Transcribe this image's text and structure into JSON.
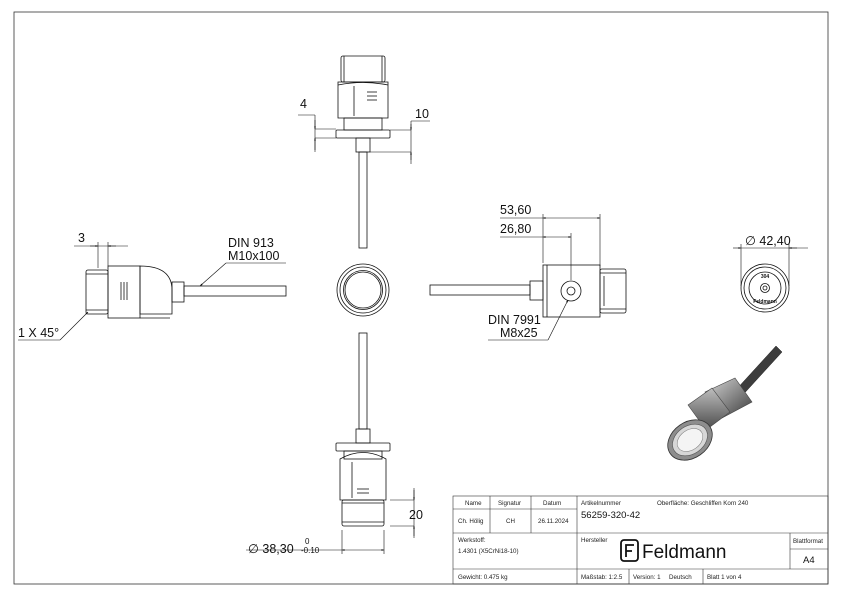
{
  "dimensions": {
    "d_4": "4",
    "d_10": "10",
    "d_3": "3",
    "din913_line1": "DIN 913",
    "din913_line2": "M10x100",
    "chamfer": "1 X 45°",
    "d_5360": "53,60",
    "d_2680": "26,80",
    "din7991_line1": "DIN 7991",
    "din7991_line2": "M8x25",
    "dia_4240": "∅ 42,40",
    "d_20": "20",
    "dia_3830": "∅ 38,30",
    "tol_upper": "0",
    "tol_lower": "-0.10"
  },
  "detail_marking": {
    "top": "304",
    "bottom": "Feldmann"
  },
  "title_block": {
    "hdr_name": "Name",
    "hdr_signatur": "Signatur",
    "hdr_datum": "Datum",
    "name": "Ch. Hölig",
    "signatur": "CH",
    "datum": "26.11.2024",
    "artikel_label": "Artikelnummer",
    "artikel_value": "56259-320-42",
    "oberflaeche": "Oberfläche:  Geschliffen Korn 240",
    "werkstoff_label": "Werkstoff:",
    "werkstoff_value": "1.4301 (X5CrNi18-10)",
    "hersteller_label": "Hersteller",
    "brand": "Feldmann",
    "blattformat_label": "Blattformat",
    "blattformat_value": "A4",
    "gewicht": "Gewicht: 0.475 kg",
    "massstab": "Maßstab: 1:2.5",
    "version": "Version: 1",
    "sprache": "Deutsch",
    "blatt": "Blatt 1 von 4"
  }
}
